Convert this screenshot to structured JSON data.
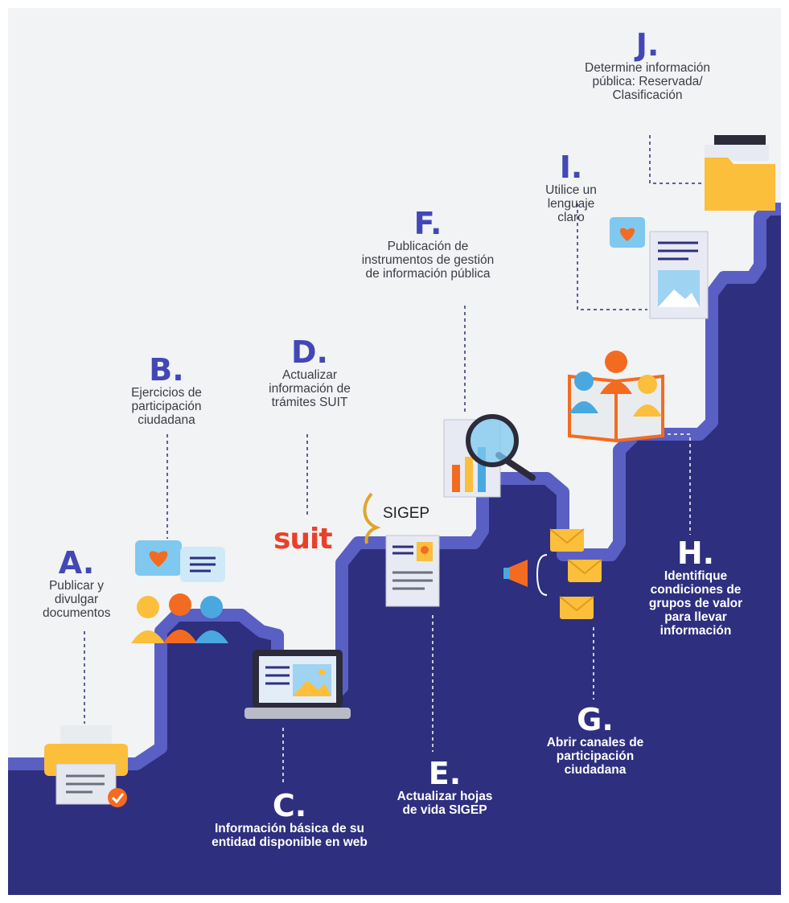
{
  "steps": [
    {
      "letter": "A.",
      "description": "Publicar y divulgar documentos"
    },
    {
      "letter": "B.",
      "description": "Ejercicios de participación ciudadana"
    },
    {
      "letter": "C.",
      "description": "Información básica de su entidad disponible en web"
    },
    {
      "letter": "D.",
      "description": "Actualizar información de trámites SUIT"
    },
    {
      "letter": "E.",
      "description": "Actualizar hojas de vida SIGEP"
    },
    {
      "letter": "F.",
      "description": "Publicación de instrumentos de gestión de información pública"
    },
    {
      "letter": "G.",
      "description": "Abrir canales de participación ciudadana"
    },
    {
      "letter": "H.",
      "description": "Identifique condiciones de grupos de valor para llevar información"
    },
    {
      "letter": "I.",
      "description": "Utilice un lenguaje claro"
    },
    {
      "letter": "J.",
      "description": "Determine información pública: Reservada/ Clasificación"
    }
  ],
  "brands": {
    "suit": "suit",
    "sigep": "SIGEP"
  },
  "colors": {
    "background": "#f1f3f4",
    "navy": "#2e2f7e",
    "path": "#5a5fc4",
    "letter": "#4347b6",
    "orange": "#f36b21",
    "yellow": "#fbbf3b",
    "blue": "#4aa8e0"
  },
  "icons": [
    "printer-icon",
    "chat-icon",
    "people-icon",
    "laptop-icon",
    "suit-logo",
    "sigep-logo",
    "cv-document-icon",
    "magnifier-chart-icon",
    "megaphone-icon",
    "mail-icon",
    "book-people-icon",
    "document-image-icon",
    "folder-icon"
  ]
}
